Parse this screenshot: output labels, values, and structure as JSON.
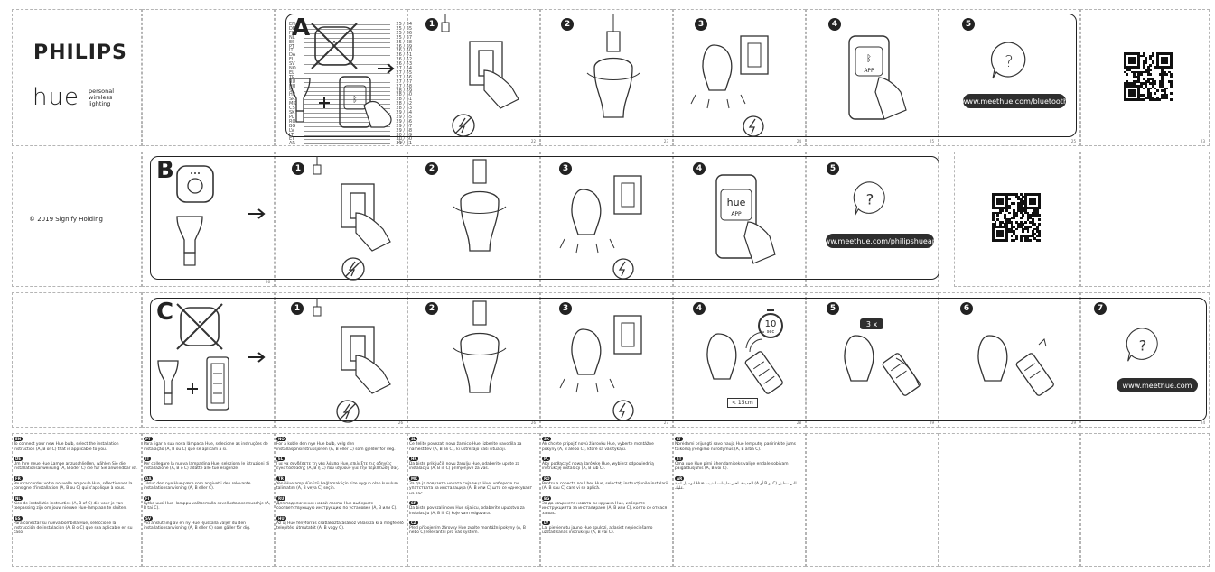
{
  "brand": {
    "name": "PHILIPS",
    "hue": "hue",
    "tagline": [
      "personal",
      "wireless",
      "lighting"
    ],
    "copyright": "© 2019 Signify Holding"
  },
  "languages": [
    {
      "code": "EN",
      "pg": "25 / 34"
    },
    {
      "code": "DE",
      "pg": "25 / 35"
    },
    {
      "code": "FR",
      "pg": "25 / 36"
    },
    {
      "code": "NL",
      "pg": "25 / 37"
    },
    {
      "code": "ES",
      "pg": "25 / 38"
    },
    {
      "code": "PT",
      "pg": "26 / 39"
    },
    {
      "code": "IT",
      "pg": "26 / 40"
    },
    {
      "code": "DA",
      "pg": "26 / 41"
    },
    {
      "code": "FI",
      "pg": "26 / 42"
    },
    {
      "code": "SV",
      "pg": "26 / 43"
    },
    {
      "code": "NO",
      "pg": "27 / 44"
    },
    {
      "code": "EL",
      "pg": "27 / 45"
    },
    {
      "code": "TR",
      "pg": "27 / 46"
    },
    {
      "code": "RU",
      "pg": "27 / 47"
    },
    {
      "code": "HU",
      "pg": "27 / 48"
    },
    {
      "code": "SL",
      "pg": "28 / 49"
    },
    {
      "code": "HR",
      "pg": "28 / 50"
    },
    {
      "code": "SR",
      "pg": "28 / 51"
    },
    {
      "code": "MK",
      "pg": "28 / 52"
    },
    {
      "code": "CS",
      "pg": "28 / 53"
    },
    {
      "code": "SK",
      "pg": "29 / 54"
    },
    {
      "code": "PL",
      "pg": "29 / 55"
    },
    {
      "code": "RO",
      "pg": "29 / 56"
    },
    {
      "code": "BG",
      "pg": "29 / 57"
    },
    {
      "code": "LV",
      "pg": "29 / 58"
    },
    {
      "code": "LT",
      "pg": "30 / 59"
    },
    {
      "code": "ET",
      "pg": "30 / 60"
    },
    {
      "code": "AR",
      "pg": "31 / 61"
    }
  ],
  "rows": {
    "a": {
      "letter": "A",
      "url": "www.meethue.com/bluetooth",
      "app": "APP"
    },
    "b": {
      "letter": "B",
      "url": "www.meethue.com/philipshueapp",
      "app_logo": "hue",
      "app": "APP"
    },
    "c": {
      "letter": "C",
      "url": "www.meethue.com",
      "timer": "10",
      "timer_unit": "sec",
      "distance": "< 15cm",
      "times": "3 x"
    }
  },
  "page_numbers": {
    "r1": [
      "",
      "",
      "22",
      "23",
      "24",
      "25",
      "23"
    ],
    "r2": [
      "",
      "26",
      "",
      "",
      "",
      "",
      ""
    ],
    "r3": [
      "",
      "",
      "26",
      "27",
      "28",
      "29",
      "24"
    ]
  },
  "instructions": [
    {
      "col": 0,
      "items": [
        {
          "code": "EN",
          "text": "To connect your new Hue bulb, select the installation instruction (A, B or C) that is applicable to you."
        },
        {
          "code": "DE",
          "text": "Um Ihre neue Hue Lampe anzuschließen, wählen Sie die Installationsanweisung (A, B oder C) die für Sie anwendbar ist."
        },
        {
          "code": "FR",
          "text": "Pour raccorder votre nouvelle ampoule Hue, sélectionnez la consigne d'installation (A, B ou C) qui s'applique à vous."
        },
        {
          "code": "NL",
          "text": "Kies de installatie-instructies (A, B of C) die voor je van toepassing zijn om jouw nieuwe Hue-lamp aan te sluiten."
        },
        {
          "code": "ES",
          "text": "Para conectar su nueva bombilla Hue, seleccione la instrucción de instalación (A, B o C) que sea aplicable en su caso."
        }
      ]
    },
    {
      "col": 1,
      "items": [
        {
          "code": "PT",
          "text": "Para ligar a sua nova lâmpada Hue, selecione as instruções de instalação (A, B ou C) que se aplicam a si."
        },
        {
          "code": "IT",
          "text": "Per collegare la nuova lampadina Hue, seleziona le istruzioni di installazione (A, B o C) adatte alle tue esigenze."
        },
        {
          "code": "DA",
          "text": "Tilslut den nye Hue-pære som angivet i den relevante installationsanvisning (A, B eller C)."
        },
        {
          "code": "FI",
          "text": "Kytke uusi Hue -lamppu valitsemalla sovellusta asennusohje (A, B tai C)."
        },
        {
          "code": "SV",
          "text": "Vid anslutning av en ny Hue -ljuskälla väljer du den installationsanvisning (A, B eller C) som gäller för dig."
        }
      ]
    },
    {
      "col": 2,
      "items": [
        {
          "code": "NO",
          "text": "For å koble den nye Hue bulb, velg den installasjonsinstruksjonen (A, B eller C) som gjelder for deg."
        },
        {
          "code": "EL",
          "text": "Για να συνδέσετε τη νέα λάμπα Hue, επιλέξτε τις οδηγίες εγκατάστασης (A, B ή C) που ισχύουν για την περίπτωσή σας."
        },
        {
          "code": "TR",
          "text": "Yeni Hue ampulünüzü bağlamak için size uygun olan kurulum talimatını (A, B veya C) seçin."
        },
        {
          "code": "RU",
          "text": "Для подключения новой лампы Hue выберите соответствующую инструкцию по установке (A, B или C)."
        },
        {
          "code": "HU",
          "text": "Az új Hue fényforrás csatlakoztatásához válassza ki a megfelelő telepítési útmutatót (A, B vagy C)."
        }
      ]
    },
    {
      "col": 3,
      "items": [
        {
          "code": "SL",
          "text": "Če želite povezati novo žarnico Hue, izberite navodila za namestitev (A, B ali C), ki ustrezajo vaši situaciji."
        },
        {
          "code": "HR",
          "text": "Da biste priključili novu žarulju Hue, odaberite upute za instalaciju (A, B ili C) primjenjive za vas."
        },
        {
          "code": "MK",
          "text": "За да ја поврзете новата сијалица Hue, изберете ги упатствата за инсталација (A, B или C) што се однесуваат на вас."
        },
        {
          "code": "SR",
          "text": "Da biste povezali novu Hue sijalicu, odaberite uputstvo za instalaciju (A, B ili C) koje vam odgovara."
        },
        {
          "code": "CZ",
          "text": "Před připojením žárovky Hue zvolte montážní pokyny (A, B nebo C) relevantní pro váš systém."
        }
      ]
    },
    {
      "col": 4,
      "items": [
        {
          "code": "SK",
          "text": "Ak chcete pripojiť novú žiarovku Hue, vyberte montážne pokyny (A, B alebo C), ktoré sa vás týkajú."
        },
        {
          "code": "PL",
          "text": "Aby podłączyć nową żarówkę Hue, wybierz odpowiednią instrukcję instalacji (A, B lub C)."
        },
        {
          "code": "RO",
          "text": "Pentru a conecta noul bec Hue, selectați instrucțiunile instalarii (A, B sau C) care vi se aplică."
        },
        {
          "code": "BG",
          "text": "За да свържете новата си крушка Hue, изберете инструкцията за инсталиране (A, B или C), която се отнася за вас."
        },
        {
          "code": "LV",
          "text": "Lai pievienotu jauno Hue spuldzi, atlasiet nepieciešamo uzstādīšanas instrukciju (A, B vai C)."
        }
      ]
    },
    {
      "col": 5,
      "items": [
        {
          "code": "LT",
          "text": "Norėdami prijungti savo naują Hue lemputę, pasirinkite jums taikomą įrengimo nurodymus (A, B arba C)."
        },
        {
          "code": "ET",
          "text": "Oma uue Hue pirni ühendamiseks valige endale sobivam paigaldusjuhis (A, B või C)."
        },
        {
          "code": "AR",
          "text": "لتوصيل لمبة Hue الجديدة، اختر تعليمات التثبيت (A أو B أو C) التي تنطبق عليك."
        }
      ]
    }
  ],
  "colors": {
    "ink": "#222222",
    "border": "#b5b5b5"
  }
}
